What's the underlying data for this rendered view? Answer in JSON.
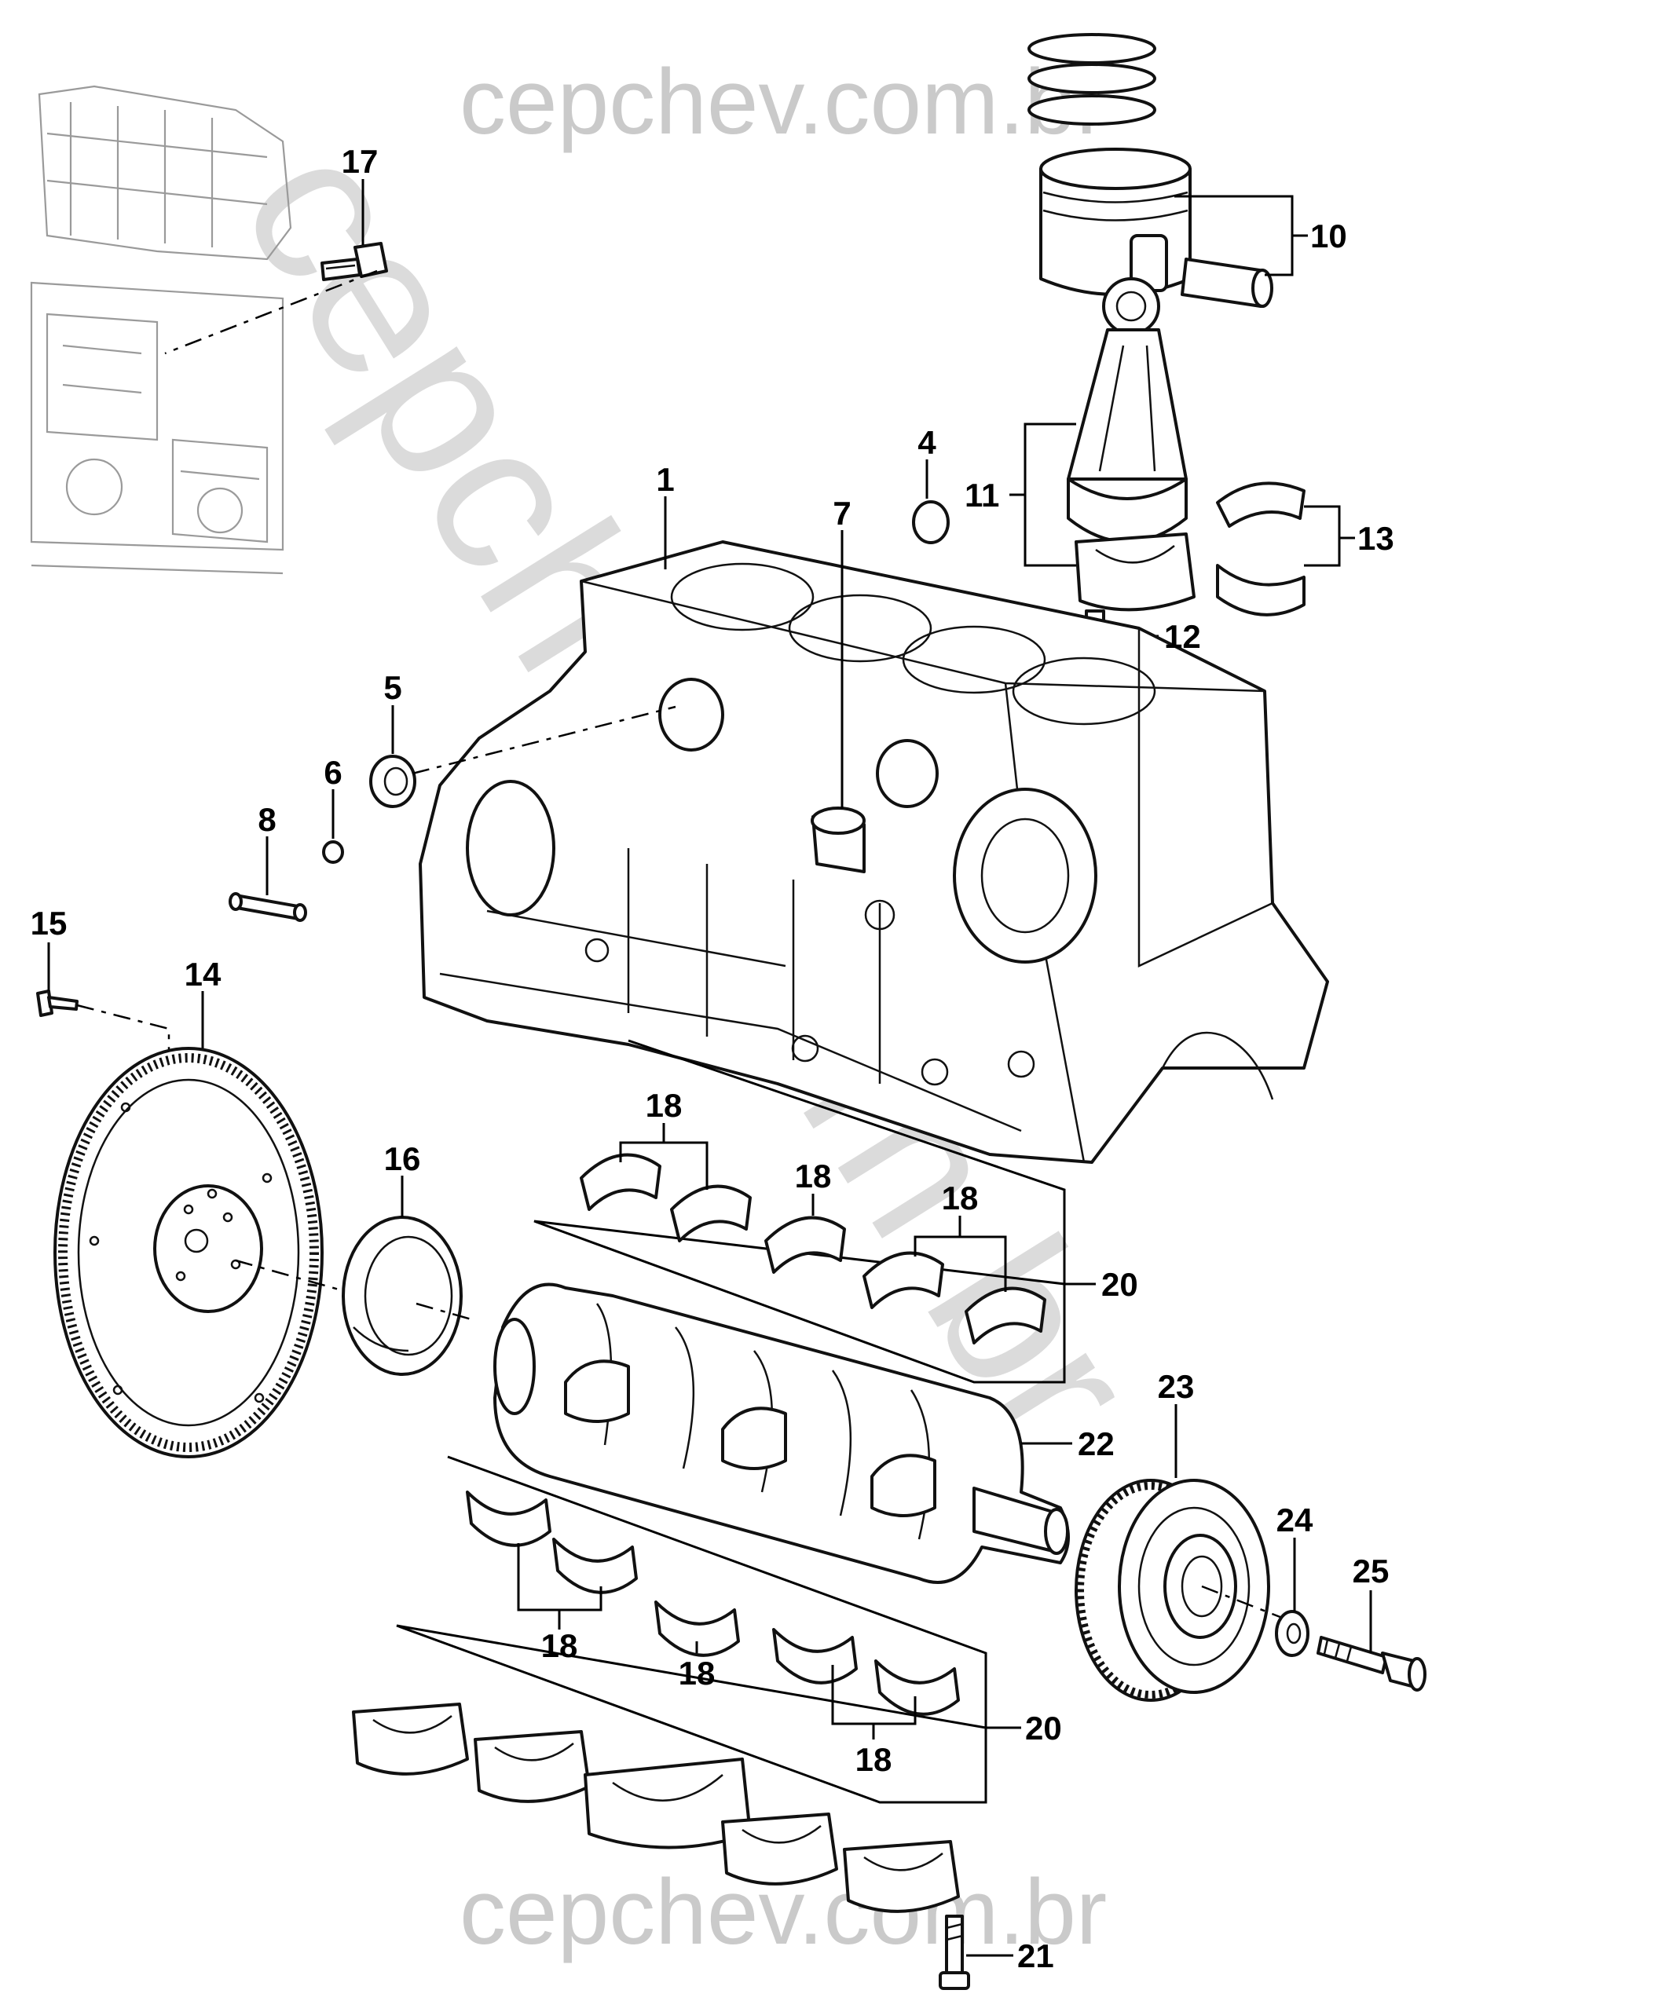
{
  "watermark": {
    "top": "cepchev.com.br",
    "bottom": "cepchev.com.br",
    "diagonal": "cepchev.com.br"
  },
  "callouts": {
    "c1": "1",
    "c4": "4",
    "c5": "5",
    "c6": "6",
    "c7": "7",
    "c8": "8",
    "c10": "10",
    "c11": "11",
    "c12": "12",
    "c13": "13",
    "c14": "14",
    "c15": "15",
    "c16": "16",
    "c17": "17",
    "c18a": "18",
    "c18b": "18",
    "c18c": "18",
    "c18d": "18",
    "c18e": "18",
    "c18f": "18",
    "c20a": "20",
    "c20b": "20",
    "c21": "21",
    "c22": "22",
    "c23": "23",
    "c24": "24",
    "c25": "25"
  }
}
